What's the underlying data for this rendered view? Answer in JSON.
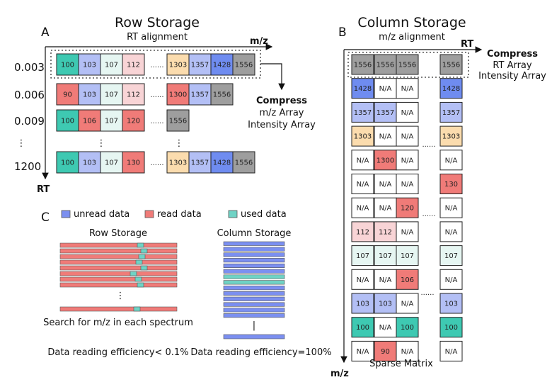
{
  "colors": {
    "teal": "#3ec9b2",
    "lavender": "#b3bff5",
    "mint": "#e6f6f2",
    "pink": "#f8d4d6",
    "salmon": "#f07b78",
    "peach": "#fbdcae",
    "blue": "#6f8cf0",
    "gray": "#9e9e9e",
    "white": "#ffffff"
  },
  "panelA": {
    "letter": "A",
    "title": "Row Storage",
    "subtitle": "RT alignment",
    "x_axis": "m/z",
    "y_axis": "RT",
    "rt_labels": [
      "0.003",
      "0.006",
      "0.009",
      "1200"
    ],
    "rows": [
      {
        "left": [
          [
            "100",
            "teal"
          ],
          [
            "103",
            "lavender"
          ],
          [
            "107",
            "mint"
          ],
          [
            "112",
            "pink"
          ]
        ],
        "right": [
          [
            "1303",
            "peach"
          ],
          [
            "1357",
            "lavender"
          ],
          [
            "1428",
            "blue"
          ],
          [
            "1556",
            "gray"
          ]
        ]
      },
      {
        "left": [
          [
            "90",
            "salmon"
          ],
          [
            "103",
            "lavender"
          ],
          [
            "107",
            "mint"
          ],
          [
            "112",
            "pink"
          ]
        ],
        "right": [
          [
            "1300",
            "salmon"
          ],
          [
            "1357",
            "lavender"
          ],
          [
            "1556",
            "gray"
          ]
        ]
      },
      {
        "left": [
          [
            "100",
            "teal"
          ],
          [
            "106",
            "salmon"
          ],
          [
            "107",
            "mint"
          ],
          [
            "120",
            "salmon"
          ]
        ],
        "right": [
          [
            "1556",
            "gray"
          ]
        ]
      },
      {
        "left": [
          [
            "100",
            "teal"
          ],
          [
            "103",
            "lavender"
          ],
          [
            "107",
            "mint"
          ],
          [
            "130",
            "salmon"
          ]
        ],
        "right": [
          [
            "1303",
            "peach"
          ],
          [
            "1357",
            "lavender"
          ],
          [
            "1428",
            "blue"
          ],
          [
            "1556",
            "gray"
          ]
        ]
      }
    ],
    "compress": "Compress",
    "compress_line1": "m/z Array",
    "compress_line2": "Intensity Array",
    "ellipsis": "......",
    "vdots": "⋮"
  },
  "panelB": {
    "letter": "B",
    "title": "Column Storage",
    "subtitle": "m/z alignment",
    "x_axis": "RT",
    "y_axis": "m/z",
    "compress": "Compress",
    "compress_line1": "RT Array",
    "compress_line2": "Intensity Array",
    "matrix": [
      [
        [
          "1556",
          "gray"
        ],
        [
          "1556",
          "gray"
        ],
        [
          "1556",
          "gray"
        ],
        [
          "1556",
          "gray"
        ]
      ],
      [
        [
          "1428",
          "blue"
        ],
        [
          "N/A",
          "white"
        ],
        [
          "N/A",
          "white"
        ],
        [
          "1428",
          "blue"
        ]
      ],
      [
        [
          "1357",
          "lavender"
        ],
        [
          "1357",
          "lavender"
        ],
        [
          "N/A",
          "white"
        ],
        [
          "1357",
          "lavender"
        ]
      ],
      [
        [
          "1303",
          "peach"
        ],
        [
          "N/A",
          "white"
        ],
        [
          "N/A",
          "white"
        ],
        [
          "1303",
          "peach"
        ]
      ],
      [
        [
          "N/A",
          "white"
        ],
        [
          "1300",
          "salmon"
        ],
        [
          "N/A",
          "white"
        ],
        [
          "N/A",
          "white"
        ]
      ],
      [
        [
          "N/A",
          "white"
        ],
        [
          "N/A",
          "white"
        ],
        [
          "N/A",
          "white"
        ],
        [
          "130",
          "salmon"
        ]
      ],
      [
        [
          "N/A",
          "white"
        ],
        [
          "N/A",
          "white"
        ],
        [
          "120",
          "salmon"
        ],
        [
          "N/A",
          "white"
        ]
      ],
      [
        [
          "112",
          "pink"
        ],
        [
          "112",
          "pink"
        ],
        [
          "N/A",
          "white"
        ],
        [
          "N/A",
          "white"
        ]
      ],
      [
        [
          "107",
          "mint"
        ],
        [
          "107",
          "mint"
        ],
        [
          "107",
          "mint"
        ],
        [
          "107",
          "mint"
        ]
      ],
      [
        [
          "N/A",
          "white"
        ],
        [
          "N/A",
          "white"
        ],
        [
          "106",
          "salmon"
        ],
        [
          "N/A",
          "white"
        ]
      ],
      [
        [
          "103",
          "lavender"
        ],
        [
          "103",
          "lavender"
        ],
        [
          "N/A",
          "white"
        ],
        [
          "103",
          "lavender"
        ]
      ],
      [
        [
          "100",
          "teal"
        ],
        [
          "N/A",
          "white"
        ],
        [
          "100",
          "teal"
        ],
        [
          "100",
          "teal"
        ]
      ],
      [
        [
          "N/A",
          "white"
        ],
        [
          "90",
          "salmon"
        ],
        [
          "N/A",
          "white"
        ],
        [
          "N/A",
          "white"
        ]
      ]
    ],
    "caption": "Sparse Matrix",
    "ellipsis": "......"
  },
  "panelC": {
    "letter": "C",
    "legend": [
      {
        "label": "unread data",
        "color": "#7b8ff0"
      },
      {
        "label": "read data",
        "color": "#f07b78"
      },
      {
        "label": "used data",
        "color": "#6fd3c5"
      }
    ],
    "row_title": "Row Storage",
    "col_title": "Column Storage",
    "row_caption": "Search for m/z in each spectrum",
    "row_efficiency": "Data reading efficiency< 0.1%",
    "col_efficiency": "Data reading efficiency=100%"
  }
}
